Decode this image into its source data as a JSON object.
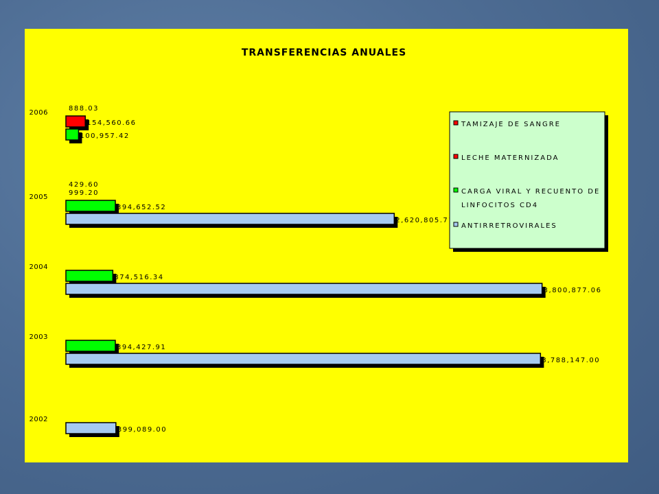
{
  "chart_data": {
    "type": "bar",
    "orientation": "horizontal",
    "title": "TRANSFERENCIAS ANUALES",
    "categories": [
      "2006",
      "2005",
      "2004",
      "2003",
      "2002"
    ],
    "series": [
      {
        "name": "TAMIZAJE DE SANGRE",
        "color": "#ff0000",
        "values": [
          888.03,
          429.6,
          null,
          null,
          null
        ],
        "labels": [
          "888.03",
          "429.60",
          "",
          "",
          ""
        ]
      },
      {
        "name": "LECHE MATERNIZADA",
        "color": "#ff0000",
        "values": [
          154560.66,
          999.2,
          null,
          null,
          null
        ],
        "labels": [
          "154,560.66",
          "999.20",
          "",
          "",
          ""
        ]
      },
      {
        "name": "CARGA VIRAL Y RECUENTO DE LINFOCITOS CD4",
        "color": "#00ff00",
        "values": [
          100957.42,
          394652.52,
          374516.34,
          394427.91,
          null
        ],
        "labels": [
          "100,957.42",
          "394,652.52",
          "374,516.34",
          "394,427.91",
          ""
        ]
      },
      {
        "name": "ANTIRRETROVIRALES",
        "color": "#a6caf0",
        "values": [
          null,
          2620805.71,
          3800877.06,
          3788147.0,
          399089.0
        ],
        "labels": [
          "",
          "2,620,805.71",
          "3,800,877.06",
          "3,788,147.00",
          "399,089.00"
        ]
      }
    ],
    "legend": {
      "placement": "right",
      "items": [
        {
          "lines": [
            "TAMIZAJE DE SANGRE"
          ],
          "color": "#ff0000"
        },
        {
          "lines": [
            "LECHE MATERNIZADA"
          ],
          "color": "#ff0000"
        },
        {
          "lines": [
            "CARGA VIRAL Y RECUENTO DE",
            "LINFOCITOS CD4"
          ],
          "color": "#00ff00"
        },
        {
          "lines": [
            "ANTIRRETROVIRALES"
          ],
          "color": "#a6caf0"
        }
      ]
    },
    "xlim": [
      0,
      4000000
    ],
    "grid": false,
    "xlabel": "",
    "ylabel": ""
  },
  "colors": {
    "slide_background": "#4e6d94",
    "panel_background": "#ffff00",
    "legend_background": "#ccffcc"
  }
}
